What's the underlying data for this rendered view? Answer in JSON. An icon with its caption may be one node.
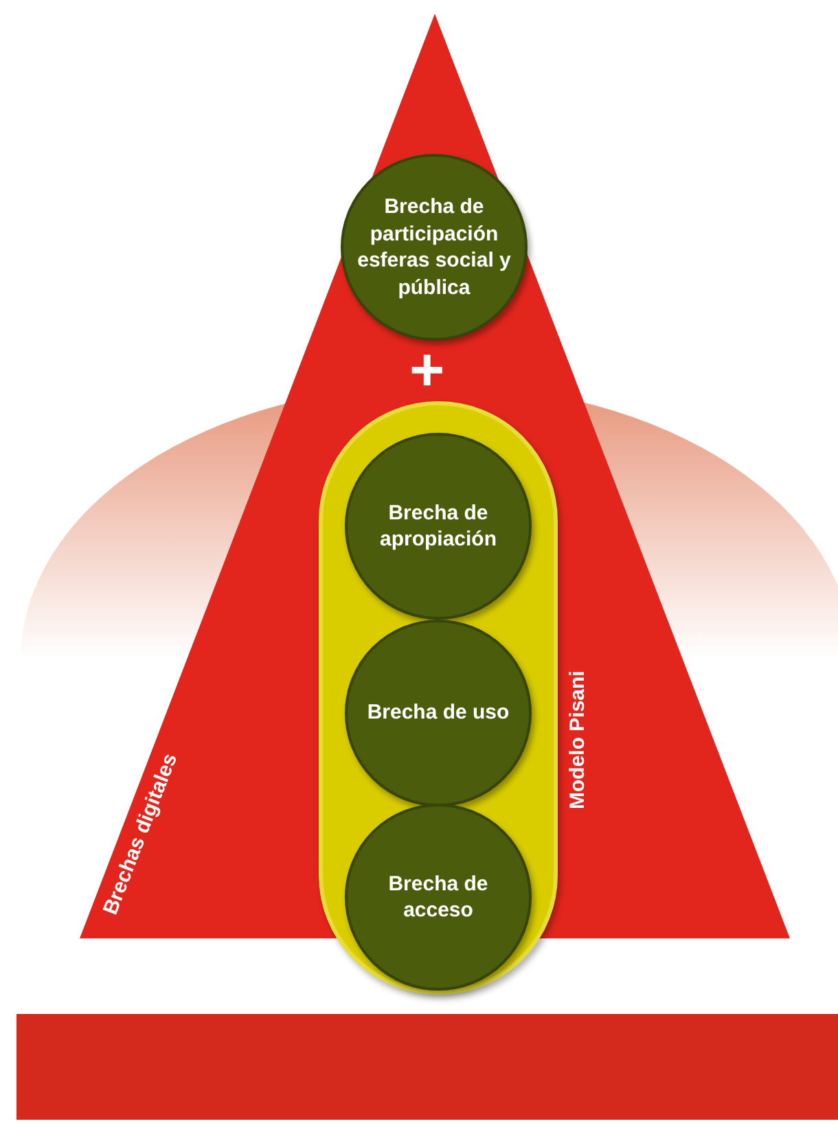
{
  "diagram": {
    "nodes": [
      {
        "text": [
          "Brechas digitales"
        ]
      },
      {
        "text": [
          "Brecha de participación esferas social y pública"
        ],
        "in": 0
      },
      {
        "text": [],
        "shape": "capsule",
        "beside": [
          "Modelo Pisani"
        ]
      },
      {
        "text": [
          "Brecha de apropiación"
        ],
        "in": 2
      },
      {
        "text": [
          "Brecha de uso"
        ],
        "in": 2
      },
      {
        "text": [
          "Brecha de acceso"
        ],
        "in": 2
      }
    ],
    "labels": [
      "+"
    ]
  }
}
